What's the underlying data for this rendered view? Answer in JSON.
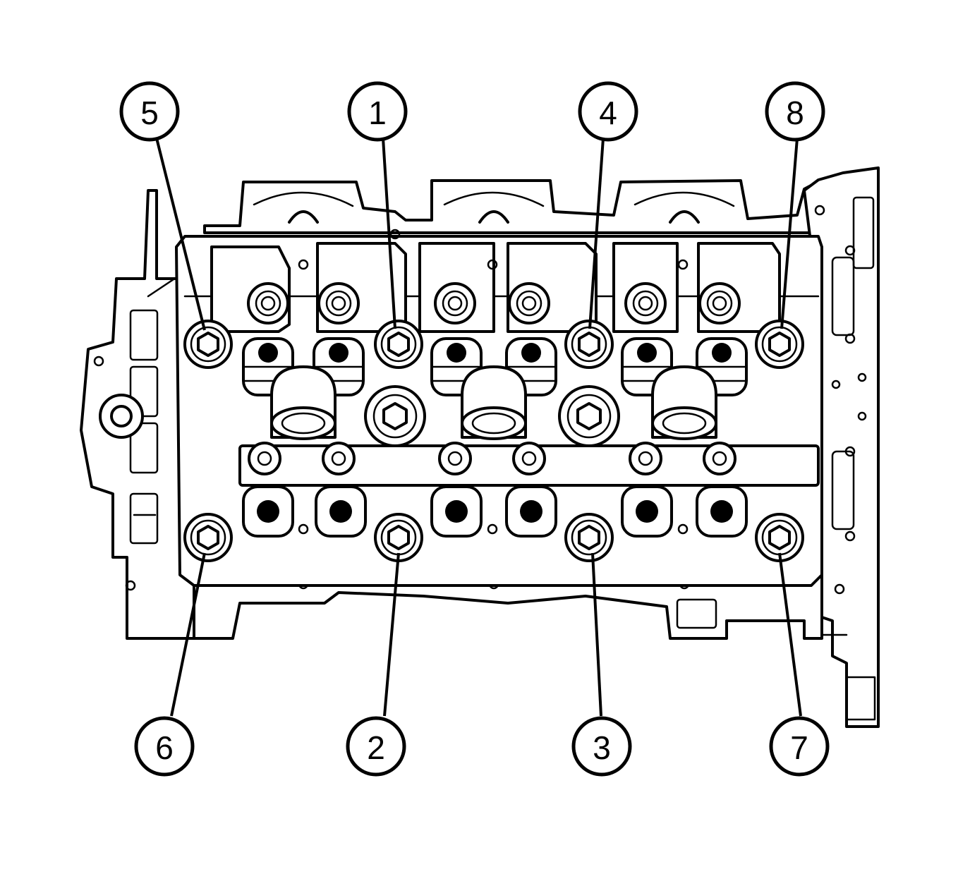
{
  "callouts": [
    {
      "id": "c5",
      "label": "5"
    },
    {
      "id": "c1",
      "label": "1"
    },
    {
      "id": "c4",
      "label": "4"
    },
    {
      "id": "c8",
      "label": "8"
    },
    {
      "id": "c6",
      "label": "6"
    },
    {
      "id": "c2",
      "label": "2"
    },
    {
      "id": "c3",
      "label": "3"
    },
    {
      "id": "c7",
      "label": "7"
    }
  ]
}
